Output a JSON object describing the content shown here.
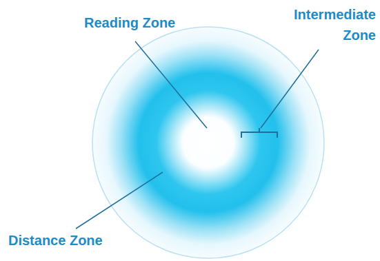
{
  "diagram": {
    "labels": [
      "Reading Zone",
      "Intermediate Zone",
      "Distance Zone"
    ]
  }
}
